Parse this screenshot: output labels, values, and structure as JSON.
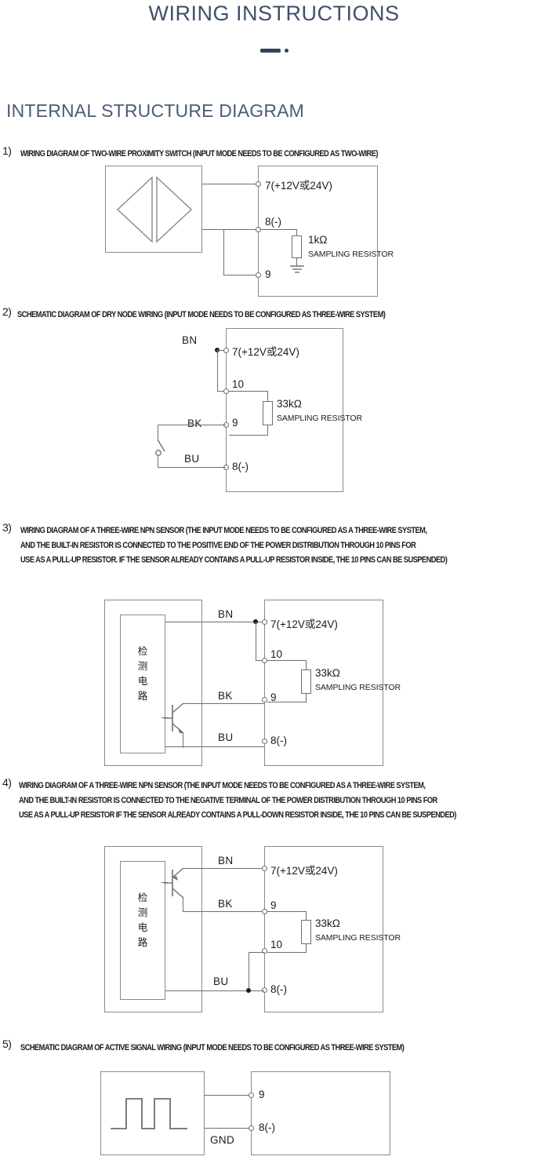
{
  "header": {
    "title": "WIRING INSTRUCTIONS",
    "section_title": "INTERNAL STRUCTURE DIAGRAM",
    "divider_color": "#32425c",
    "title_color": "#3f5068"
  },
  "diagrams": [
    {
      "num": "1)",
      "caption": "WIRING DIAGRAM OF TWO-WIRE PROXIMITY SWITCH (INPUT MODE NEEDS TO BE CONFIGURED AS TWO-WIRE)",
      "device_symbol": "proximity-switch-triangles",
      "pins": [
        "7(+12V或24V)",
        "8(-)",
        "9"
      ],
      "resistor": {
        "value": "1kΩ",
        "caption": "SAMPLING  RESISTOR",
        "ground": true
      }
    },
    {
      "num": "2)",
      "caption": "SCHEMATIC DIAGRAM OF DRY NODE WIRING (INPUT MODE NEEDS TO BE  CONFIGURED AS THREE-WIRE SYSTEM)",
      "device_symbol": "dry-contact-switch",
      "wire_labels": [
        "BN",
        "BK",
        "BU"
      ],
      "pins": [
        "7(+12V或24V)",
        "10",
        "9",
        "8(-)"
      ],
      "resistor": {
        "value": "33kΩ",
        "caption": "SAMPLING RESISTOR",
        "ground": false
      }
    },
    {
      "num": "3)",
      "caption": "WIRING DIAGRAM OF A THREE-WIRE NPN SENSOR (THE INPUT MODE NEEDS TO BE CONFIGURED AS A THREE-WIRE SYSTEM,\nAND THE BUILT-IN RESISTOR IS CONNECTED TO THE POSITIVE END OF THE POWER DISTRIBUTION THROUGH 10 PINS FOR\nUSE AS A PULL-UP RESISTOR.  IF THE SENSOR ALREADY CONTAINS A PULL-UP RESISTOR INSIDE, THE 10 PINS CAN BE SUSPENDED)",
      "device_symbol": "npn-sensor",
      "inner_box_text": "检\n测\n电\n路",
      "wire_labels": [
        "BN",
        "BK",
        "BU"
      ],
      "pins": [
        "7(+12V或24V)",
        "10",
        "9",
        "8(-)"
      ],
      "resistor": {
        "value": "33kΩ",
        "caption": "SAMPLING RESISTOR",
        "ground": false
      }
    },
    {
      "num": "4)",
      "caption": "WIRING DIAGRAM OF A THREE-WIRE NPN SENSOR (THE INPUT MODE NEEDS TO BE CONFIGURED AS A THREE-WIRE SYSTEM,\nAND THE BUILT-IN RESISTOR IS CONNECTED TO THE NEGATIVE TERMINAL OF THE POWER DISTRIBUTION THROUGH 10 PINS FOR\nUSE AS A PULL-UP RESISTOR IF THE SENSOR ALREADY CONTAINS A PULL-DOWN RESISTOR INSIDE, THE 10 PINS CAN BE SUSPENDED)",
      "device_symbol": "npn-sensor",
      "inner_box_text": "检\n测\n电\n路",
      "wire_labels": [
        "BN",
        "BK",
        "BU"
      ],
      "pins": [
        "7(+12V或24V)",
        "9",
        "10",
        "8(-)"
      ],
      "resistor": {
        "value": "33kΩ",
        "caption": "SAMPLING RESISTOR",
        "ground": false
      }
    },
    {
      "num": "5)",
      "caption": "SCHEMATIC DIAGRAM OF ACTIVE SIGNAL WIRING (INPUT MODE NEEDS TO BE CONFIGURED AS THREE-WIRE SYSTEM)",
      "device_symbol": "square-wave-source",
      "wire_labels": [
        "GND"
      ],
      "pins": [
        "9",
        "8(-)"
      ]
    }
  ],
  "colors": {
    "line": "#6f6f6f",
    "box_border": "#8a8a8a",
    "text": "#1b1b1b"
  }
}
